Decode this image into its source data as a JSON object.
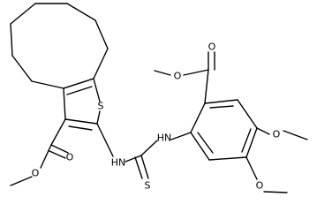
{
  "diagram": {
    "atoms": {
      "thiophene_s": "S",
      "ester1_carbonyl_o": "O",
      "ester1_ether_o": "O",
      "thiourea_nh_left": "HN",
      "thiourea_nh_right": "HN",
      "thiourea_s": "S",
      "ester2_carbonyl_o": "O",
      "ester2_ether_o": "O",
      "methoxy_o_upper": "O",
      "methoxy_o_lower": "O"
    }
  }
}
